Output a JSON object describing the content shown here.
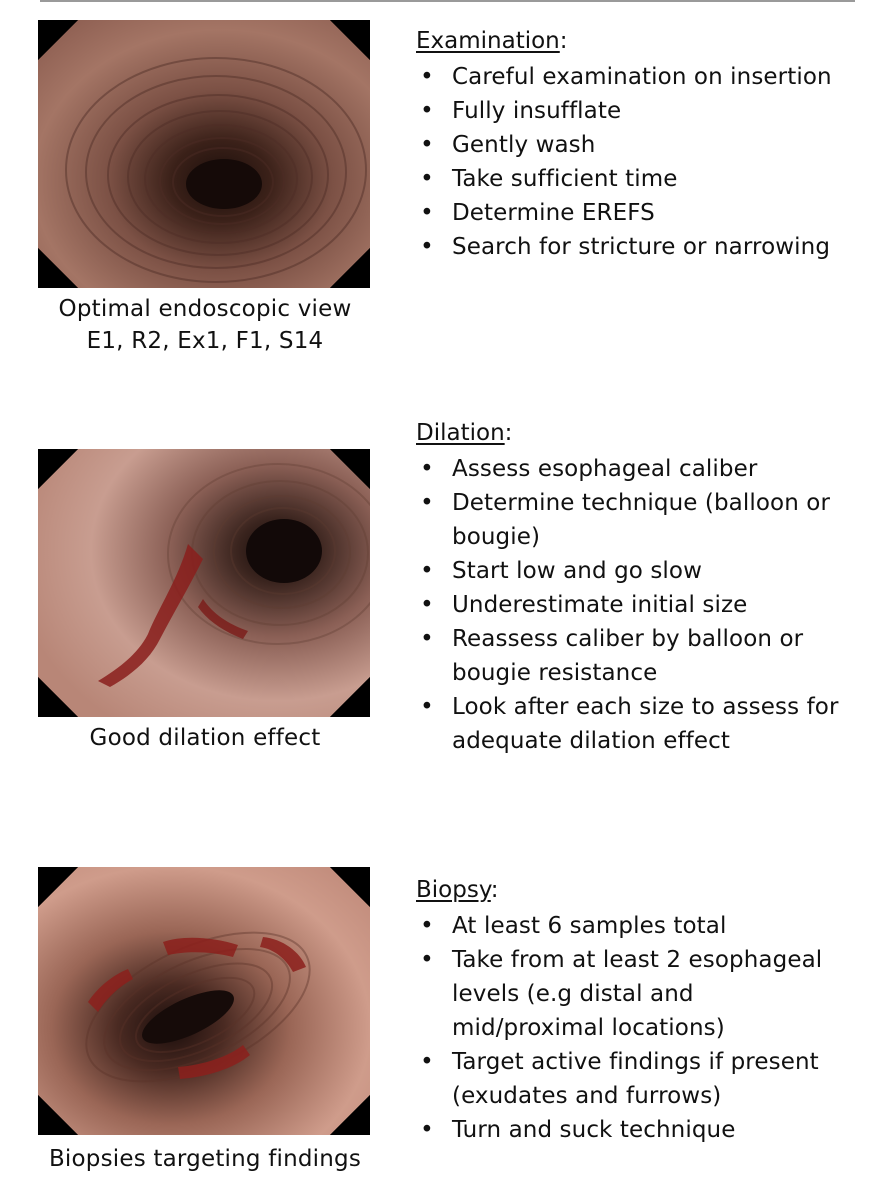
{
  "sections": [
    {
      "heading": "Examination",
      "image_alt": "endoscopic image of esophagus with concentric rings",
      "caption": [
        "Optimal endoscopic view",
        "E1, R2, Ex1, F1, S14"
      ],
      "bullets": [
        "Careful examination on insertion",
        "Fully insufflate",
        "Gently wash",
        "Take sufficient time",
        "Determine EREFS",
        "Search for stricture or narrowing"
      ]
    },
    {
      "heading": "Dilation",
      "image_alt": "endoscopic image of esophagus after dilation with mucosal tear",
      "caption": [
        "Good dilation effect"
      ],
      "bullets": [
        [
          "Assess esophageal caliber"
        ],
        [
          "Determine technique (balloon or",
          "bougie)"
        ],
        [
          "Start low and go slow"
        ],
        [
          "Underestimate initial size"
        ],
        [
          "Reassess caliber by balloon or",
          "bougie resistance"
        ],
        [
          "Look after each size to assess for",
          "adequate dilation effect"
        ]
      ]
    },
    {
      "heading": "Biopsy",
      "image_alt": "endoscopic image of esophagus with biopsy sites",
      "caption": [
        "Biopsies targeting findings"
      ],
      "bullets": [
        [
          "At least 6 samples total"
        ],
        [
          "Take from at least 2 esophageal",
          "levels (e.g distal and",
          "mid/proximal locations)"
        ],
        [
          "Target active findings if present",
          "(exudates and furrows)"
        ],
        [
          "Turn and suck technique"
        ]
      ]
    }
  ],
  "bullet_glyph": "•",
  "heading_suffix": ":"
}
